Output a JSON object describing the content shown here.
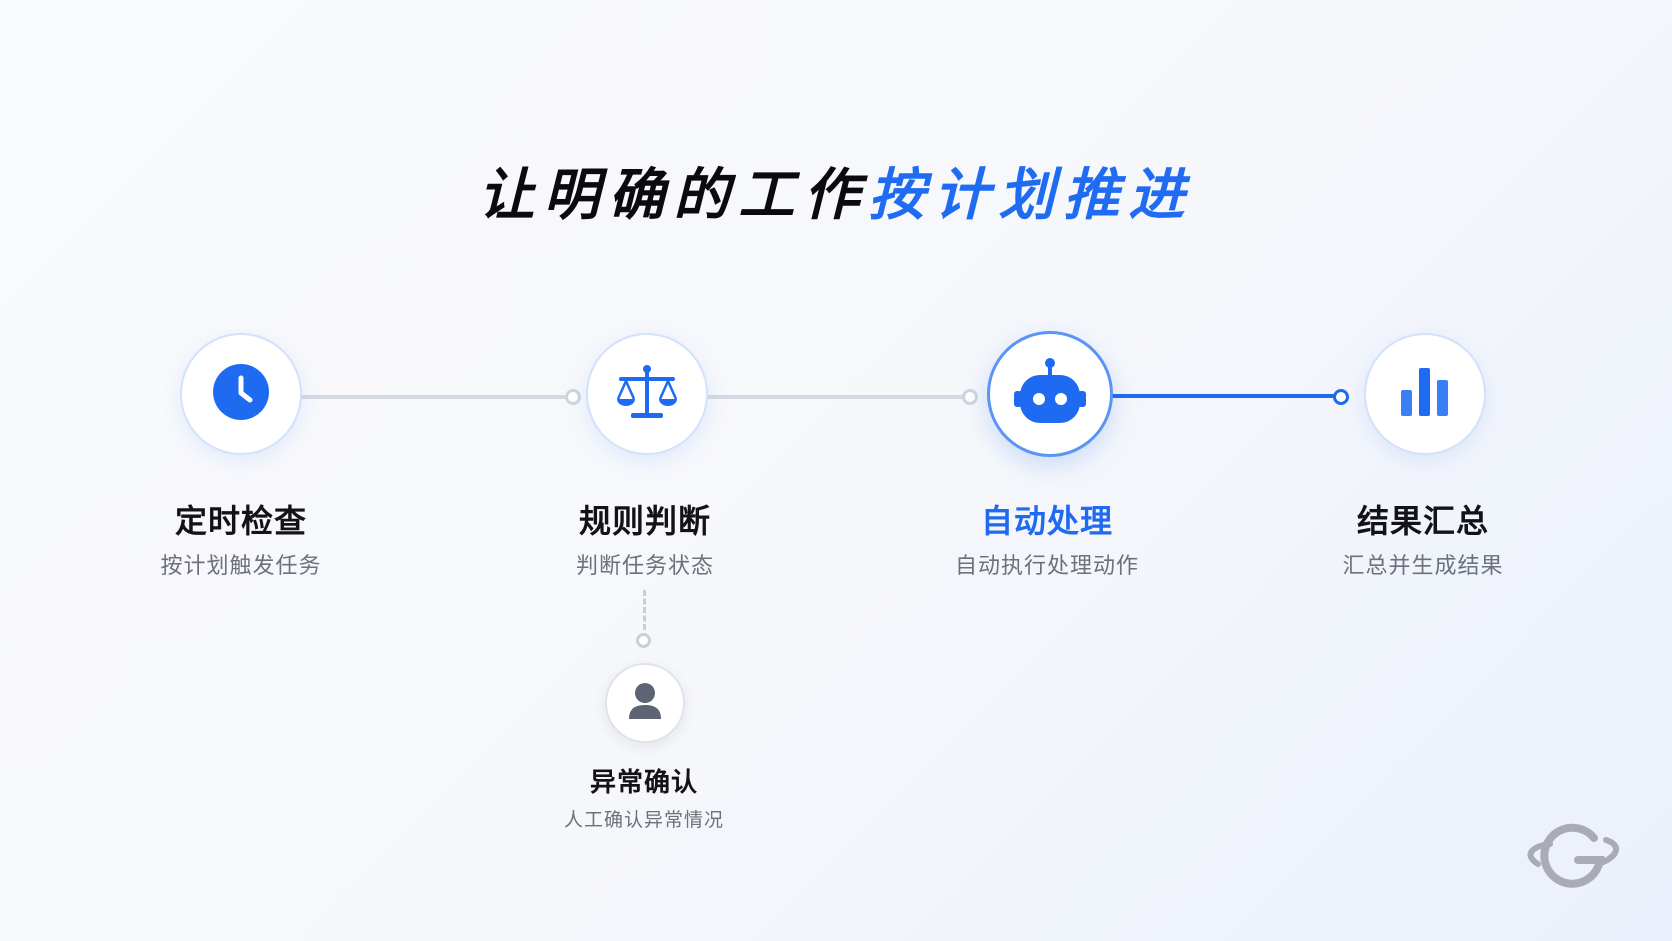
{
  "title": {
    "part1": "让明确的工作",
    "part2": "按计划推进"
  },
  "colors": {
    "accent": "#1e6bf1",
    "text": "#121218",
    "muted": "#6d717c",
    "line": "#d5d9e2"
  },
  "steps": [
    {
      "label": "定时检查",
      "desc": "按计划触发任务",
      "icon": "clock-icon"
    },
    {
      "label": "规则判断",
      "desc": "判断任务状态",
      "icon": "scale-icon"
    },
    {
      "label": "自动处理",
      "desc": "自动执行处理动作",
      "icon": "robot-icon",
      "active": true
    },
    {
      "label": "结果汇总",
      "desc": "汇总并生成结果",
      "icon": "bar-chart-icon"
    }
  ],
  "branch": {
    "label": "异常确认",
    "desc": "人工确认异常情况",
    "icon": "user-icon"
  },
  "logo": "orbit-logo"
}
